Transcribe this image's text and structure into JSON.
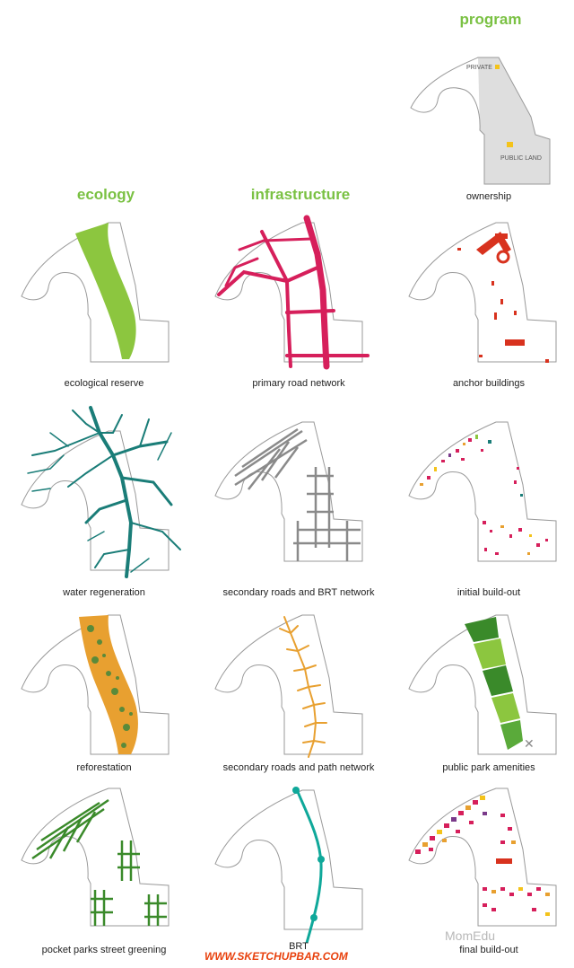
{
  "columns": {
    "ecology": "ecology",
    "infrastructure": "infrastructure",
    "program": "program"
  },
  "ownership": {
    "caption": "ownership",
    "private_label": "PRIVATE",
    "public_label": "PUBLIC LAND"
  },
  "captions": {
    "ecological_reserve": "ecological reserve",
    "primary_road_network": "primary road network",
    "anchor_buildings": "anchor buildings",
    "water_regeneration": "water regeneration",
    "secondary_roads_brt": "secondary roads and BRT network",
    "initial_build_out": "initial build-out",
    "reforestation": "reforestation",
    "secondary_roads_path": "secondary roads and path network",
    "public_park_amenities": "public park amenities",
    "pocket_parks": "pocket parks street greening",
    "brt": "BRT",
    "final_build_out": "final build-out"
  },
  "footer": {
    "watermark": "WWW.SKETCHUPBAR.COM",
    "logo": "MomEdu"
  },
  "colors": {
    "green": "#8cc63f",
    "magenta": "#d61f5b",
    "teal": "#1a7d78",
    "orange": "#e8a030",
    "outline": "#9a9a9a",
    "brt": "#0fa89a",
    "watermark": "#e8400c"
  }
}
